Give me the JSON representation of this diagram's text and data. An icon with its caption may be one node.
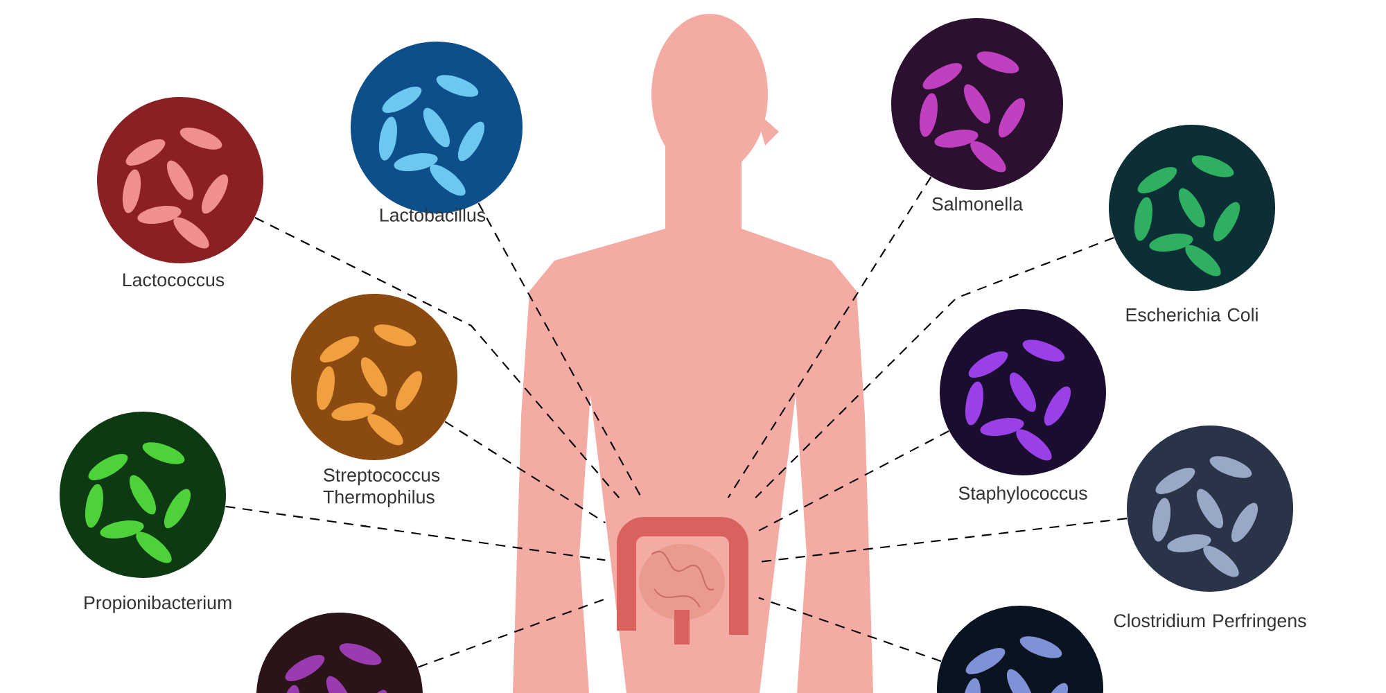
{
  "diagram": {
    "nodes": [
      {
        "text": [],
        "shape": "picture"
      },
      {
        "text": [],
        "shape": "picture",
        "beside": [
          "Lactococcus"
        ]
      },
      {
        "text": [],
        "shape": "picture",
        "beside": [
          "Lactobacillus"
        ]
      },
      {
        "text": [],
        "shape": "picture",
        "beside": [
          "Streptococcus Thermophilus"
        ]
      },
      {
        "text": [],
        "shape": "picture",
        "beside": [
          "Propionibacterium"
        ]
      },
      {
        "text": [],
        "shape": "picture"
      },
      {
        "text": [],
        "shape": "picture",
        "beside": [
          "Salmonella"
        ]
      },
      {
        "text": [],
        "shape": "picture",
        "beside": [
          "Escherichia Coli"
        ]
      },
      {
        "text": [],
        "shape": "picture",
        "beside": [
          "Staphylococcus"
        ]
      },
      {
        "text": [],
        "shape": "picture",
        "beside": [
          "Clostridium Perfringens"
        ]
      },
      {
        "text": [],
        "shape": "picture"
      }
    ],
    "edges": [
      {
        "from": 1,
        "to": 0,
        "arrow": "none",
        "style": "dashed"
      },
      {
        "from": 2,
        "to": 0,
        "arrow": "none",
        "style": "dashed"
      },
      {
        "from": 3,
        "to": 0,
        "arrow": "none",
        "style": "dashed"
      },
      {
        "from": 4,
        "to": 0,
        "arrow": "none",
        "style": "dashed"
      },
      {
        "from": 5,
        "to": 0,
        "arrow": "none",
        "style": "dashed"
      },
      {
        "from": 6,
        "to": 0,
        "arrow": "none",
        "style": "dashed"
      },
      {
        "from": 7,
        "to": 0,
        "arrow": "none",
        "style": "dashed"
      },
      {
        "from": 8,
        "to": 0,
        "arrow": "none",
        "style": "dashed"
      },
      {
        "from": 9,
        "to": 0,
        "arrow": "none",
        "style": "dashed"
      },
      {
        "from": 10,
        "to": 0,
        "arrow": "none",
        "style": "dashed"
      }
    ]
  }
}
